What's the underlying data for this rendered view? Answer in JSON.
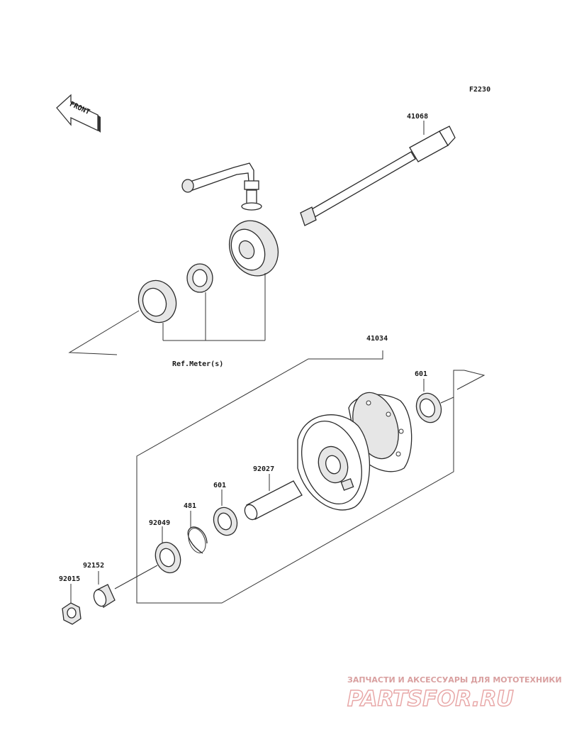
{
  "diagram_code": "F2230",
  "front_label": "FRONT",
  "ref_label": "Ref.Meter(s)",
  "parts": {
    "axle": "41068",
    "hub": "41034",
    "bearing_right": "601",
    "bearing_left": "601",
    "spacer": "92027",
    "circlip": "481",
    "seal": "92049",
    "collar": "92152",
    "nut": "92015"
  },
  "watermark": {
    "caption": "ЗАПЧАСТИ И АКСЕССУАРЫ ДЛЯ МОТОТЕХНИКИ",
    "brand": "PARTSFOR.RU"
  },
  "colors": {
    "line": "#333333",
    "watermark": "#e8a8a8"
  }
}
